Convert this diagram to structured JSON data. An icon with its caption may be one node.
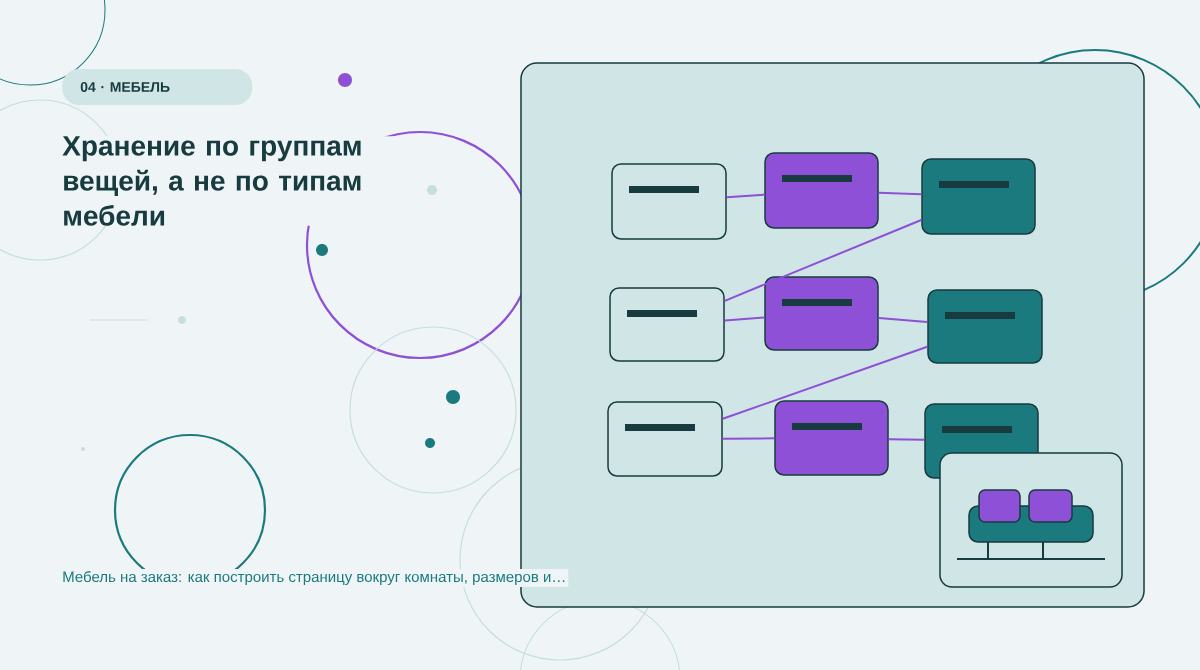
{
  "diagram": {
    "title": "Хранение по группам вещей, а не по типам мебели",
    "nodes": [
      {
        "text": [],
        "shape": "box"
      },
      {
        "text": [],
        "shape": "box"
      },
      {
        "text": [],
        "shape": "box"
      },
      {
        "text": [],
        "shape": "box"
      },
      {
        "text": [],
        "shape": "box"
      },
      {
        "text": [],
        "shape": "box"
      },
      {
        "text": [],
        "shape": "box"
      },
      {
        "text": [],
        "shape": "box"
      },
      {
        "text": [],
        "shape": "box"
      }
    ],
    "edges": [
      {
        "from": 0,
        "to": 1,
        "arrow": "none"
      },
      {
        "from": 1,
        "to": 2,
        "arrow": "none"
      },
      {
        "from": 2,
        "to": 3,
        "arrow": "none"
      },
      {
        "from": 3,
        "to": 4,
        "arrow": "none"
      },
      {
        "from": 4,
        "to": 5,
        "arrow": "none"
      },
      {
        "from": 5,
        "to": 6,
        "arrow": "none"
      },
      {
        "from": 6,
        "to": 7,
        "arrow": "none"
      },
      {
        "from": 7,
        "to": 8,
        "arrow": "none"
      }
    ],
    "labels": [
      "04 · МЕБЕЛЬ",
      "Мебель на заказ: как построить страницу вокруг комнаты, размеров и…"
    ]
  }
}
